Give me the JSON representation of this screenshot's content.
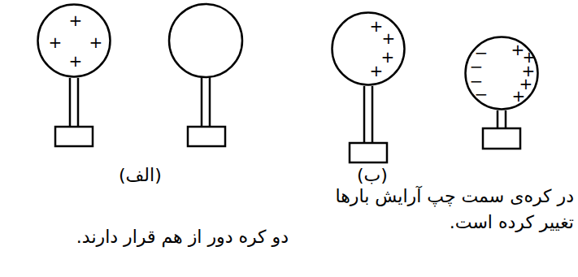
{
  "diagram": {
    "nodes": [
      {
        "text": [
          "+",
          "+",
          "+",
          "+"
        ]
      },
      {
        "text": [
          "+",
          "+",
          "+",
          "+"
        ]
      },
      {
        "text": [
          "−",
          "−",
          "−",
          "−",
          "+",
          "+",
          "+",
          "+",
          "+"
        ]
      }
    ],
    "labels": [
      "(الف)",
      "(ب)",
      "دو کره دور از هم قرار دارند.",
      "در کره‌ی سمت چپ آرایش بارها تغییر کرده است."
    ]
  }
}
